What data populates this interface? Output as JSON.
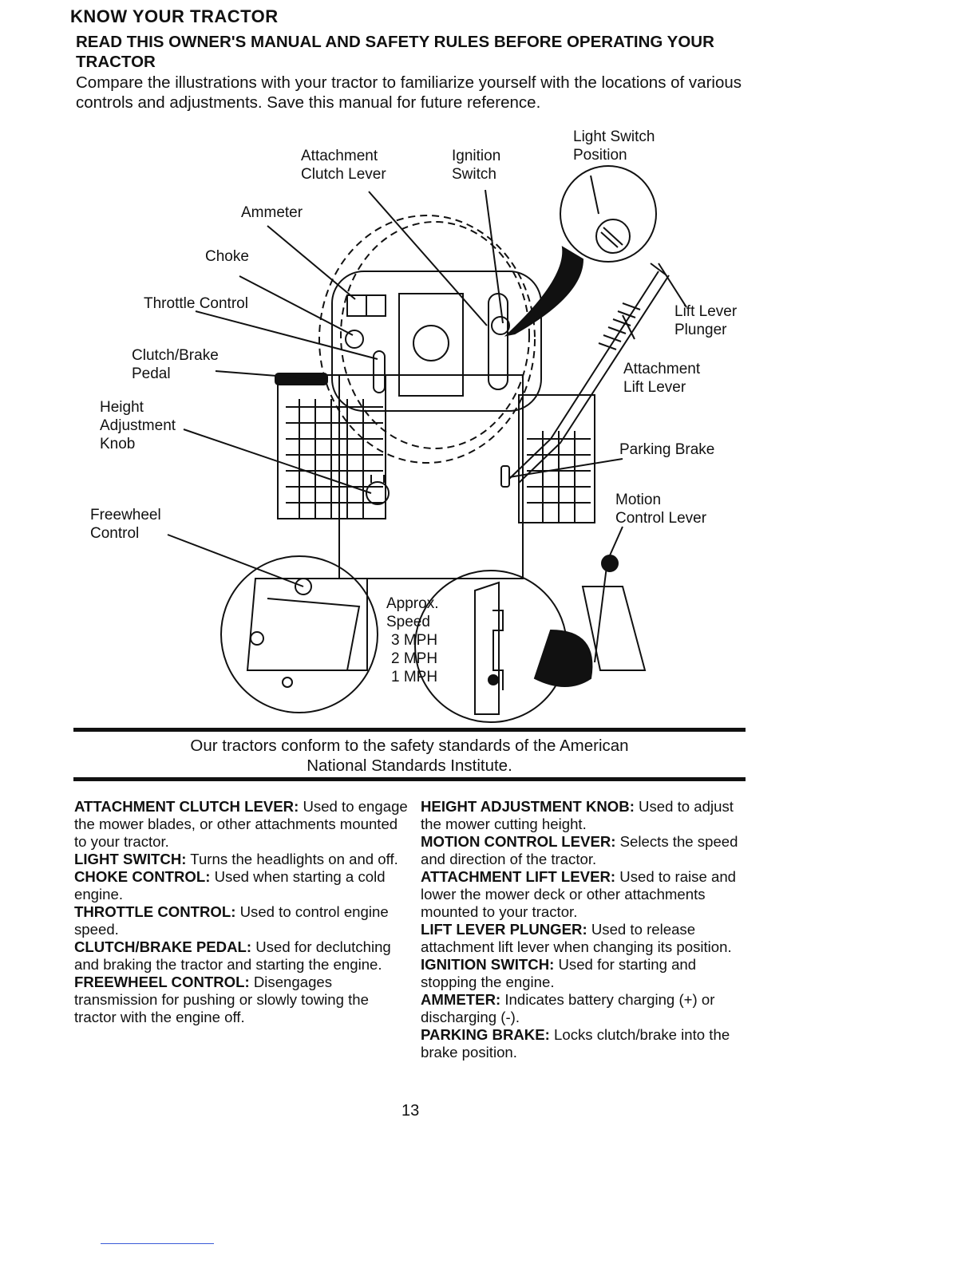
{
  "header": {
    "section_title": "KNOW YOUR TRACTOR",
    "warning": "READ THIS OWNER'S MANUAL AND SAFETY RULES BEFORE OPERATING YOUR TRACTOR",
    "intro": "Compare the illustrations with your tractor to familiarize yourself with the locations of various controls and adjustments. Save this manual for future reference."
  },
  "diagram": {
    "labels": {
      "light_switch_position": "Light Switch\nPosition",
      "attachment_clutch_lever": "Attachment\nClutch Lever",
      "ignition_switch": "Ignition\nSwitch",
      "ammeter": "Ammeter",
      "choke": "Choke",
      "throttle_control": "Throttle Control",
      "clutch_brake_pedal": "Clutch/Brake\nPedal",
      "height_adjustment_knob": "Height\nAdjustment\nKnob",
      "lift_lever_plunger": "Lift Lever\nPlunger",
      "attachment_lift_lever": "Attachment\nLift Lever",
      "parking_brake": "Parking Brake",
      "motion_control_lever": "Motion\nControl Lever",
      "freewheel_control": "Freewheel\nControl",
      "approx_speed": "Approx.\nSpeed",
      "speed_3": "3 MPH",
      "speed_2": "2 MPH",
      "speed_1": "1 MPH"
    }
  },
  "standards": {
    "line1": "Our tractors conform to the safety standards of the American",
    "line2": "National Standards Institute."
  },
  "descriptions": {
    "left": [
      {
        "term": "ATTACHMENT CLUTCH LEVER:",
        "text": " Used to engage the mower blades, or other attachments mounted to your tractor."
      },
      {
        "term": "LIGHT SWITCH:",
        "text": " Turns the headlights on and off."
      },
      {
        "term": "CHOKE CONTROL:",
        "text": " Used when starting a cold engine."
      },
      {
        "term": "THROTTLE CONTROL:",
        "text": " Used to control engine speed."
      },
      {
        "term": "CLUTCH/BRAKE PEDAL:",
        "text": " Used for declutching and braking the tractor and starting the engine."
      },
      {
        "term": "FREEWHEEL CONTROL:",
        "text": " Disengages transmission for pushing or slowly towing the tractor with the engine off."
      }
    ],
    "right": [
      {
        "term": "HEIGHT ADJUSTMENT KNOB:",
        "text": " Used to adjust the mower cutting height."
      },
      {
        "term": "MOTION CONTROL LEVER:",
        "text": " Selects the speed and direction of the tractor."
      },
      {
        "term": "ATTACHMENT LIFT LEVER:",
        "text": " Used to raise and lower the mower deck or other attachments mounted to your tractor."
      },
      {
        "term": "LIFT LEVER PLUNGER:",
        "text": " Used to release attachment lift lever when changing its position."
      },
      {
        "term": "IGNITION SWITCH:",
        "text": " Used for starting and stopping the engine."
      },
      {
        "term": "AMMETER:",
        "text": " Indicates battery charging (+) or discharging (-)."
      },
      {
        "term": "PARKING BRAKE:",
        "text": " Locks clutch/brake into the brake position."
      }
    ]
  },
  "footer": {
    "page_number": "13"
  }
}
